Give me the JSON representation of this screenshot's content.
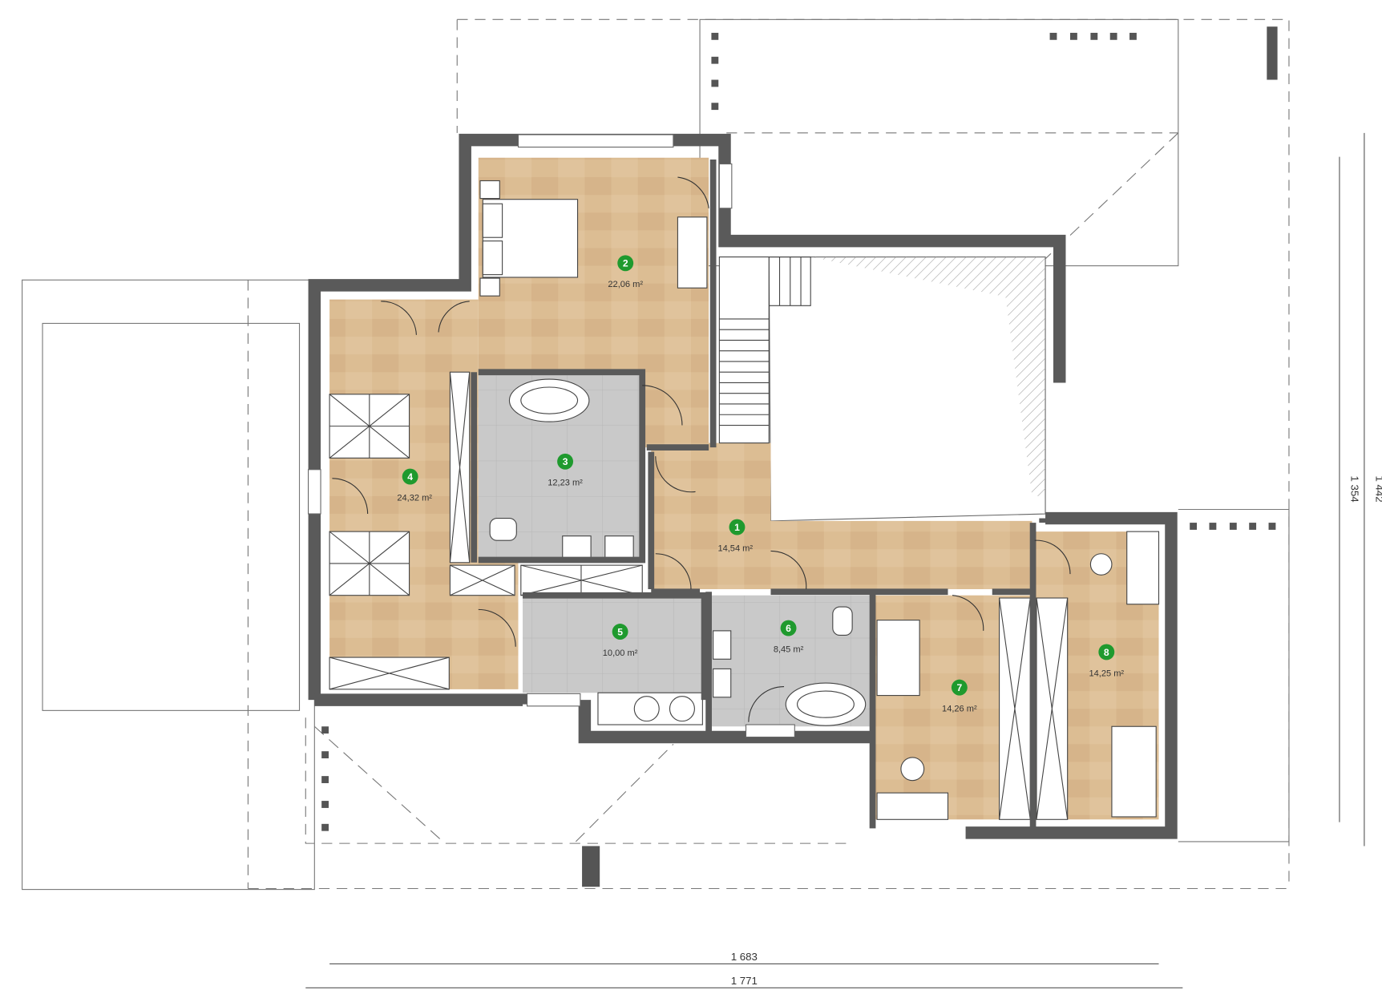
{
  "colors": {
    "wood": "#d9b98f",
    "tile": "#c8c8c8",
    "wall": "#5a5a5a",
    "badge": "#1f9a2e",
    "line": "#555555"
  },
  "rooms": [
    {
      "number": "1",
      "area": "14,54 m²"
    },
    {
      "number": "2",
      "area": "22,06 m²"
    },
    {
      "number": "3",
      "area": "12,23 m²"
    },
    {
      "number": "4",
      "area": "24,32 m²"
    },
    {
      "number": "5",
      "area": "10,00 m²"
    },
    {
      "number": "6",
      "area": "8,45 m²"
    },
    {
      "number": "7",
      "area": "14,26 m²"
    },
    {
      "number": "8",
      "area": "14,25 m²"
    }
  ],
  "dimensions": {
    "inner_width": "1 683",
    "outer_width": "1 771",
    "inner_height": "1 354",
    "outer_height": "1 442"
  }
}
